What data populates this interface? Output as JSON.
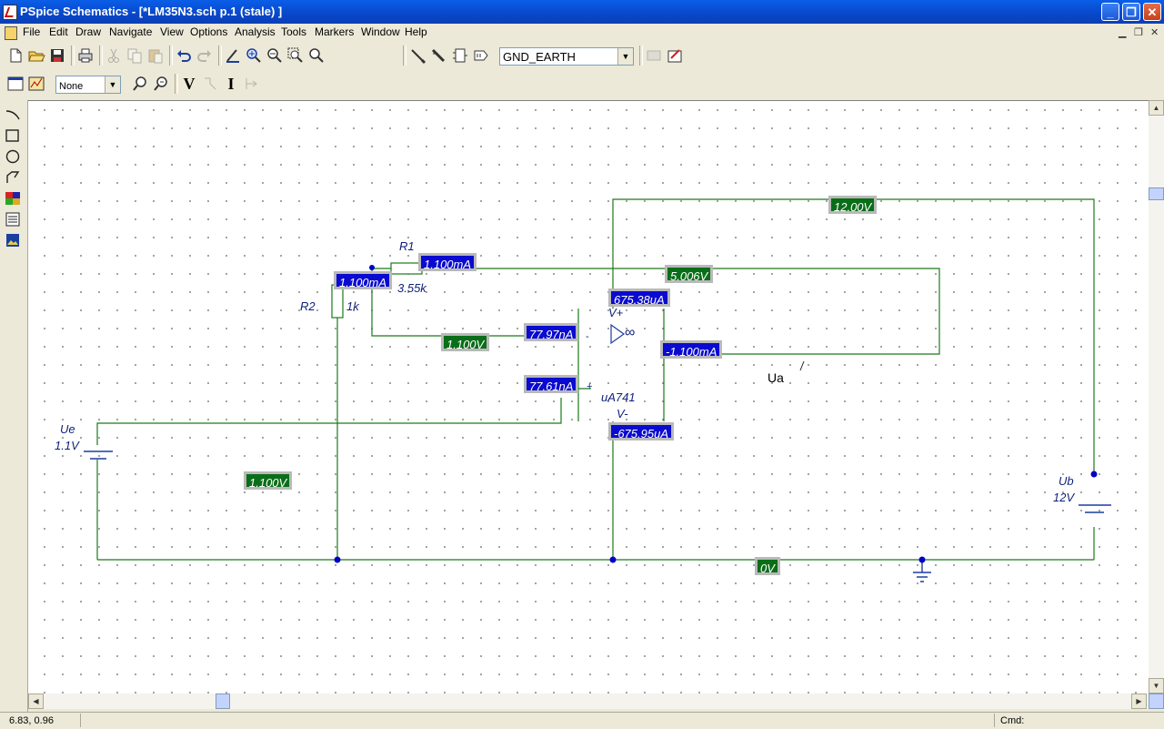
{
  "window": {
    "title": "PSpice Schematics - [*LM35N3.sch  p.1 (stale)  ]",
    "minimize": "_",
    "restore": "❐",
    "close": "✕"
  },
  "menu": [
    "File",
    "Edit",
    "Draw",
    "Navigate",
    "View",
    "Options",
    "Analysis",
    "Tools",
    "Markers",
    "Window",
    "Help"
  ],
  "toolbar": {
    "part_combo": "GND_EARTH",
    "net_combo": "None",
    "text_buttons": [
      "V",
      "I"
    ]
  },
  "schematic": {
    "components": {
      "r1_name": "R1",
      "r1_value": "3.55k",
      "r2_name": "R2",
      "r2_value": "1k",
      "ue_name": "Ue",
      "ue_value": "1.1V",
      "ub_name": "Ub",
      "ub_value": "12V",
      "opamp_name": "uA741",
      "vplus": "V+",
      "vminus": "V-",
      "in_minus": "-",
      "in_plus": "+",
      "inf": "∞",
      "ua_label": "Ua",
      "slash": "/"
    },
    "voltage_markers": [
      "12.00V",
      "5.006V",
      "1.100V",
      "1.100V",
      "0V"
    ],
    "current_markers": [
      "1.100mA",
      "1.100mA",
      "675.38uA",
      "77.97nA",
      "77.61nA",
      "-1.100mA",
      "-675.95uA"
    ]
  },
  "status": {
    "coords": "6.83, 0.96",
    "cmd": "Cmd:"
  },
  "colors": {
    "wire": "#1a7a1a",
    "junction": "#0000c8",
    "voltage_bg": "#0a6e18",
    "current_bg": "#0a0ad0",
    "titlebar": "#0a5ee8"
  }
}
